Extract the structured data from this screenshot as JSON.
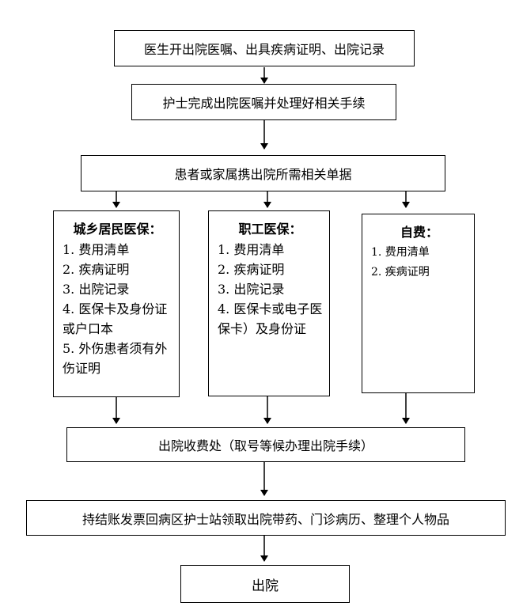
{
  "flow": {
    "step1": "医生开出院医嘱、出具疾病证明、出院记录",
    "step2": "护士完成出院医嘱并处理好相关手续",
    "step3": "患者或家属携出院所需相关单据",
    "branches": [
      {
        "title": "城乡居民医保：",
        "items": [
          "1. 费用清单",
          "2. 疾病证明",
          "3. 出院记录",
          "4. 医保卡及身份证或户口本",
          "5. 外伤患者须有外伤证明"
        ]
      },
      {
        "title": "职工医保：",
        "items": [
          "1. 费用清单",
          "2. 疾病证明",
          "3. 出院记录",
          "4. 医保卡或电子医保卡）及身份证"
        ]
      },
      {
        "title": "自费：",
        "items": [
          "1. 费用清单",
          "2. 疾病证明"
        ]
      }
    ],
    "step5": "出院收费处（取号等候办理出院手续）",
    "step6": "持结账发票回病区护士站领取出院带药、门诊病历、整理个人物品",
    "step7": "出院"
  }
}
